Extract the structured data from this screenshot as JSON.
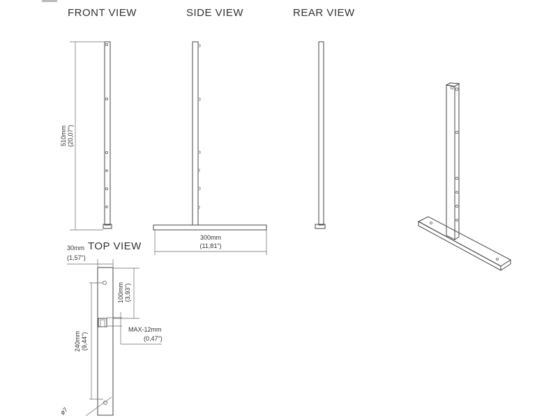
{
  "views": {
    "front": {
      "title": "FRONT VIEW",
      "height_dim": "510mm",
      "height_dim_in": "(20,07\")"
    },
    "side": {
      "title": "SIDE VIEW",
      "width_dim": "300mm",
      "width_dim_in": "(11,81\")"
    },
    "rear": {
      "title": "REAR VIEW"
    },
    "top": {
      "title": "TOP VIEW",
      "width_dim": "30mm",
      "width_dim_in": "(1,57\")",
      "offset_dim": "100mm",
      "offset_dim_in": "(3,93\")",
      "max_dim": "MAX-12mm",
      "max_dim_in": "(0,47\")",
      "length_dim": "240mm",
      "length_dim_in": "(9,44\")",
      "hole_dim": "ø7"
    }
  }
}
